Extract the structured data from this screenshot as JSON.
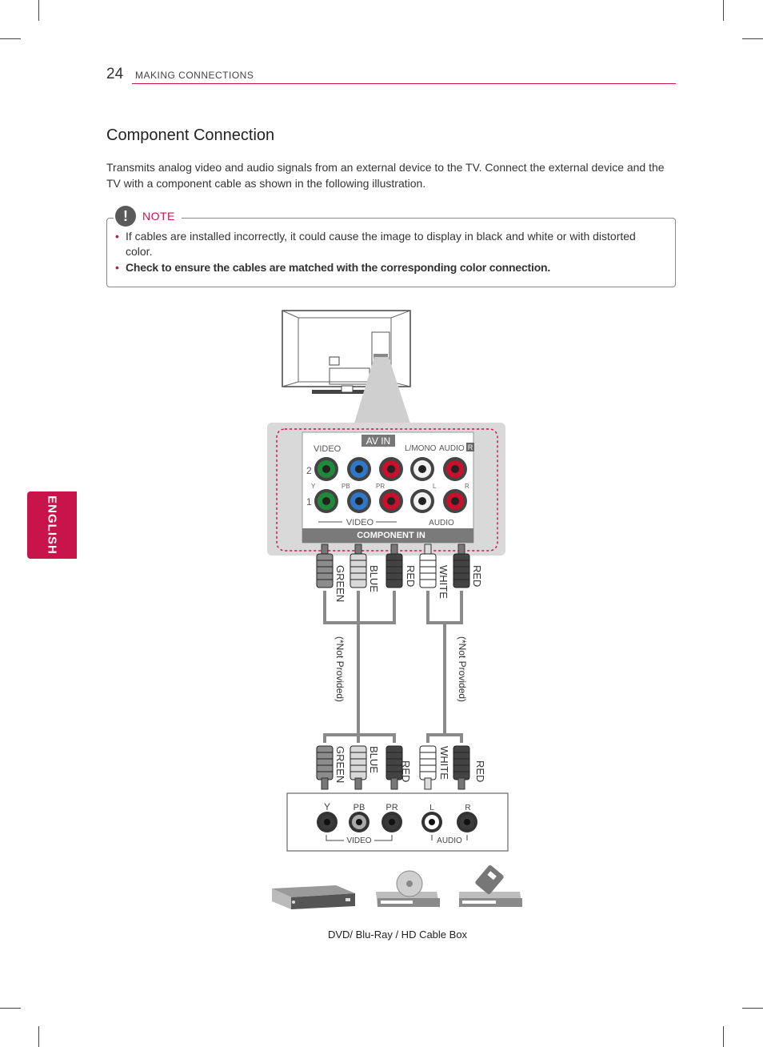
{
  "header": {
    "page_number": "24",
    "section": "MAKING CONNECTIONS"
  },
  "side_tab": "ENGLISH",
  "title": "Component Connection",
  "intro": "Transmits analog video and audio signals from an external device to the TV. Connect the external device and the TV with a component cable as shown in the following illustration.",
  "note": {
    "icon": "exclamation-icon",
    "label": "NOTE",
    "items": [
      "If cables are installed incorrectly, it could cause the image to display in black and white or with distorted color.",
      "Check to ensure the cables are matched with the corresponding color connection."
    ]
  },
  "diagram": {
    "tv_panel": {
      "av_in": "AV IN",
      "video": "VIDEO",
      "l_mono": "L/MONO",
      "audio": "AUDIO",
      "r_badge": "R",
      "row2": "2",
      "row1": "1",
      "y": "Y",
      "pb": "PB",
      "pr": "PR",
      "l": "L",
      "r": "R",
      "video_bottom": "VIDEO",
      "audio_bottom": "AUDIO",
      "component_in": "COMPONENT IN"
    },
    "cable_labels_top": [
      "GREEN",
      "BLUE",
      "RED",
      "WHITE",
      "RED"
    ],
    "cable_labels_bottom": [
      "GREEN",
      "BLUE",
      "RED",
      "WHITE",
      "RED"
    ],
    "not_provided": "(*Not Provided)",
    "device_panel": {
      "y": "Y",
      "pb": "PB",
      "pr": "PR",
      "l": "L",
      "r": "R",
      "video": "VIDEO",
      "audio": "AUDIO"
    },
    "devices_caption": "DVD/ Blu-Ray / HD Cable Box"
  },
  "colors": {
    "accent": "#c8144b",
    "green": "#1f8a3a",
    "blue": "#2d78c8",
    "red": "#c8102e"
  }
}
